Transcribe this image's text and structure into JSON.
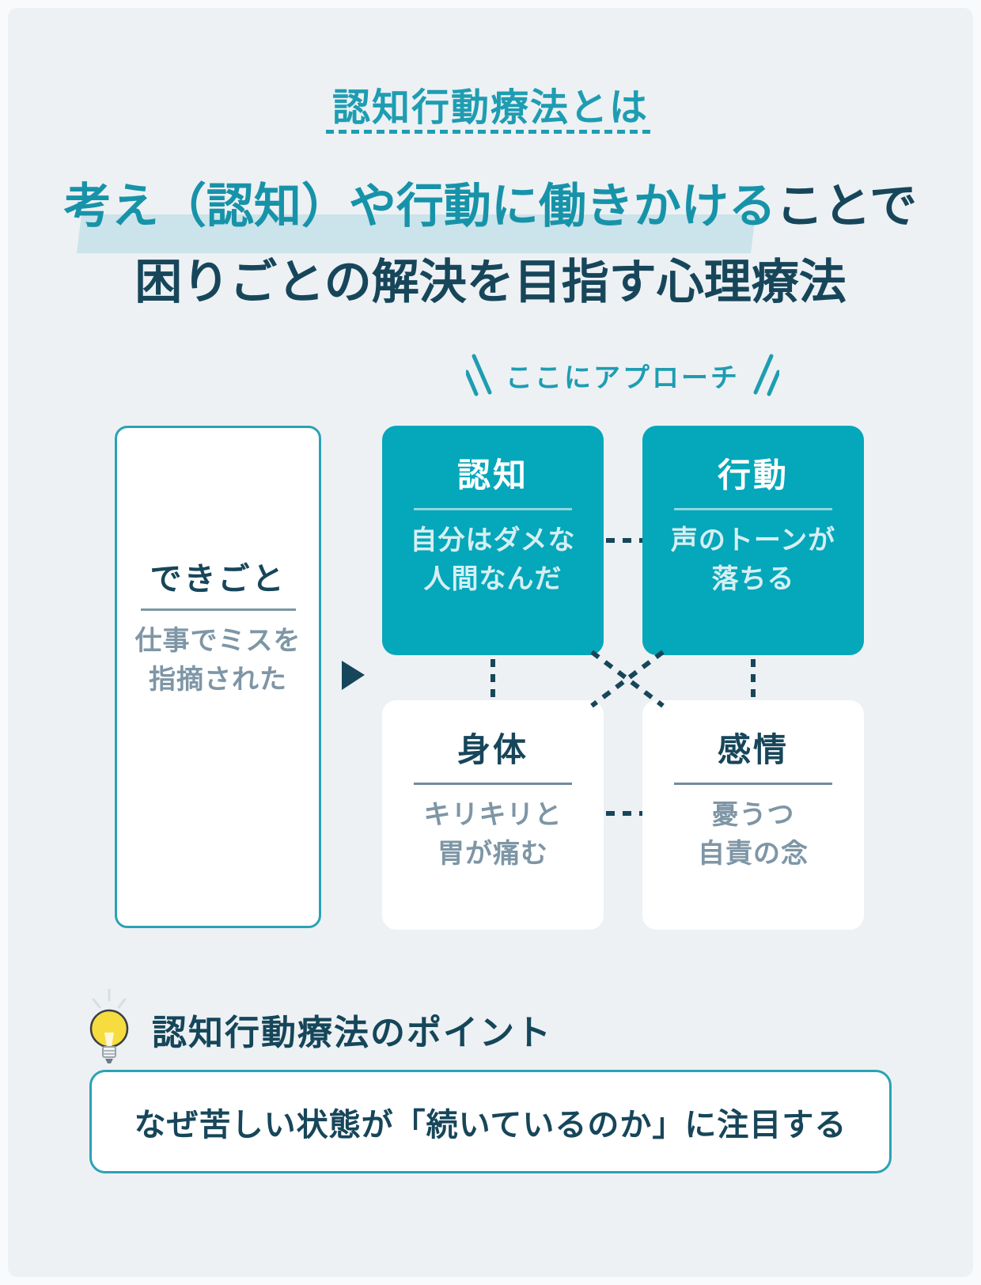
{
  "colors": {
    "background": "#EDF1F4",
    "teal_fill": "#05A7BA",
    "teal_accent": "#1E9DB2",
    "dark_navy": "#17465A",
    "slate_text": "#7E96A6",
    "highlight_band": "#CBE3EA",
    "bulb_yellow": "#F7DC40"
  },
  "header": {
    "tag": "認知行動療法とは",
    "headline_line1_highlighted": "考え（認知）や行動に働きかける",
    "headline_line1_rest": "ことで",
    "headline_line2": "困りごとの解決を目指す心理療法"
  },
  "diagram": {
    "approach_label": "ここにアプローチ",
    "event_box": {
      "title": "できごと",
      "line1": "仕事でミスを",
      "line2": "指摘された"
    },
    "cognition_box": {
      "title": "認知",
      "line1": "自分はダメな",
      "line2": "人間なんだ"
    },
    "behavior_box": {
      "title": "行動",
      "line1": "声のトーンが",
      "line2": "落ちる"
    },
    "body_box": {
      "title": "身体",
      "line1": "キリキリと",
      "line2": "胃が痛む"
    },
    "emotion_box": {
      "title": "感情",
      "line1": "憂うつ",
      "line2": "自責の念"
    }
  },
  "point": {
    "heading": "認知行動療法のポイント",
    "statement": "なぜ苦しい状態が「続いているのか」に注目する"
  }
}
